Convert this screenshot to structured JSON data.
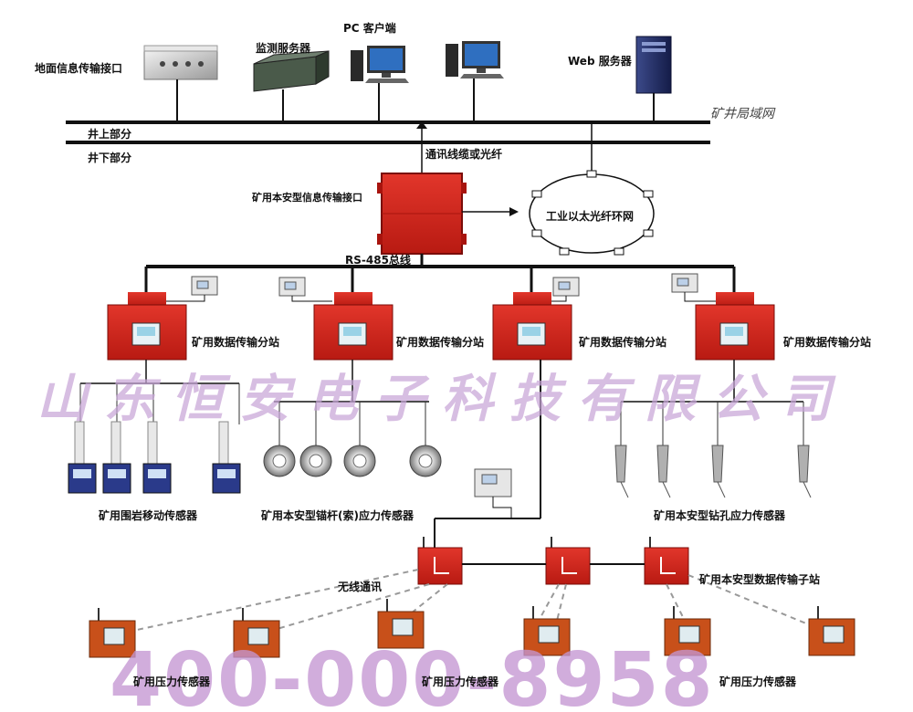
{
  "labels": {
    "ground_interface": "地面信息传输接口",
    "monitor_server": "监测服务器",
    "pc_client": "PC 客户端",
    "web_server": "Web 服务器",
    "mine_lan": "矿井局域网",
    "above_ground": "井上部分",
    "below_ground": "井下部分",
    "comm_cable": "通讯线缆或光纤",
    "intrinsic_interface": "矿用本安型信息传输接口",
    "ethernet_ring": "工业以太光纤环网",
    "rs485": "RS-485总线",
    "substation_1": "矿用数据传输分站",
    "substation_2": "矿用数据传输分站",
    "substation_3": "矿用数据传输分站",
    "substation_4": "矿用数据传输分站",
    "sensor_rock": "矿用围岩移动传感器",
    "sensor_anchor": "矿用本安型锚杆(索)应力传感器",
    "sensor_borehole": "矿用本安型钻孔应力传感器",
    "wireless": "无线通讯",
    "wireless_substation": "矿用本安型数据传输子站",
    "pressure_1": "矿用压力传感器",
    "pressure_2": "矿用压力传感器",
    "pressure_3": "矿用压力传感器"
  },
  "watermark": {
    "company": "山东恒安电子科技有限公司",
    "phone": "400-000-8958"
  },
  "colors": {
    "device_red": "#d8231b",
    "device_red_dark": "#a8140e",
    "pressure_orange": "#c8501a",
    "line": "#111111",
    "watermark": "#c9a4d6"
  }
}
